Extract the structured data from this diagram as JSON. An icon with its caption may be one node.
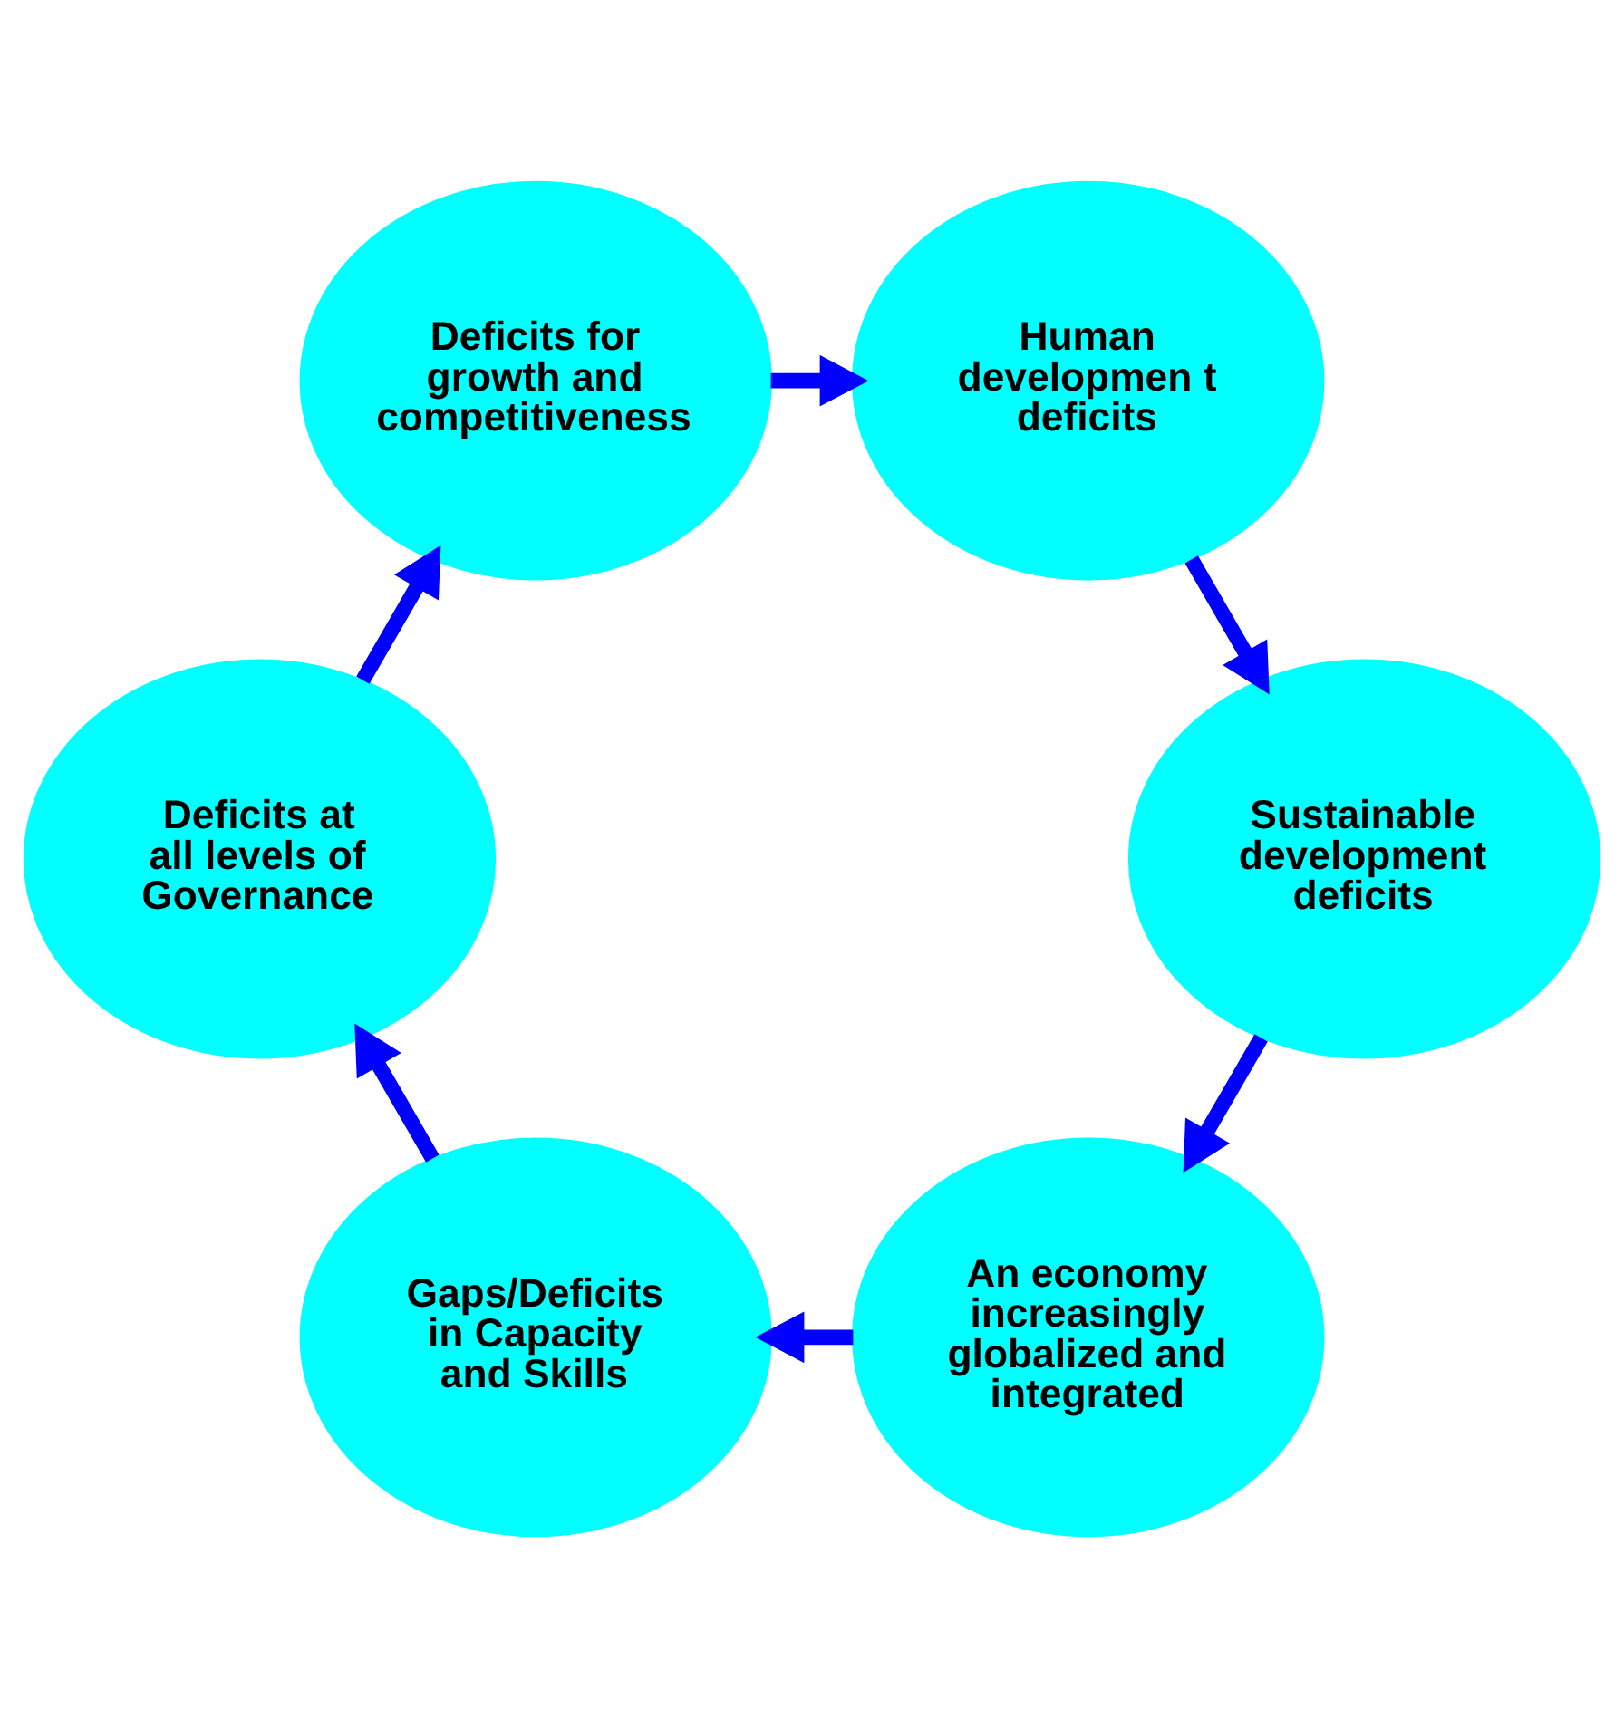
{
  "diagram": {
    "nodes": [
      {
        "text": [
          "An economy increasingly globalized and integrated"
        ]
      },
      {
        "text": [
          "Gaps/Deficits in Capacity and Skills"
        ]
      },
      {
        "text": [
          "Deficits at all levels of Governance"
        ]
      },
      {
        "text": [
          "Deficits for growth and competitiveness"
        ]
      },
      {
        "text": [
          "Human developmen t deficits"
        ]
      },
      {
        "text": [
          "Sustainable development deficits"
        ]
      }
    ],
    "edges": [
      {
        "from": 0,
        "to": 1,
        "arrow": "to"
      },
      {
        "from": 1,
        "to": 2,
        "arrow": "to"
      },
      {
        "from": 2,
        "to": 3,
        "arrow": "to"
      },
      {
        "from": 3,
        "to": 4,
        "arrow": "to"
      },
      {
        "from": 4,
        "to": 5,
        "arrow": "to"
      },
      {
        "from": 5,
        "to": 0,
        "arrow": "to"
      }
    ]
  }
}
